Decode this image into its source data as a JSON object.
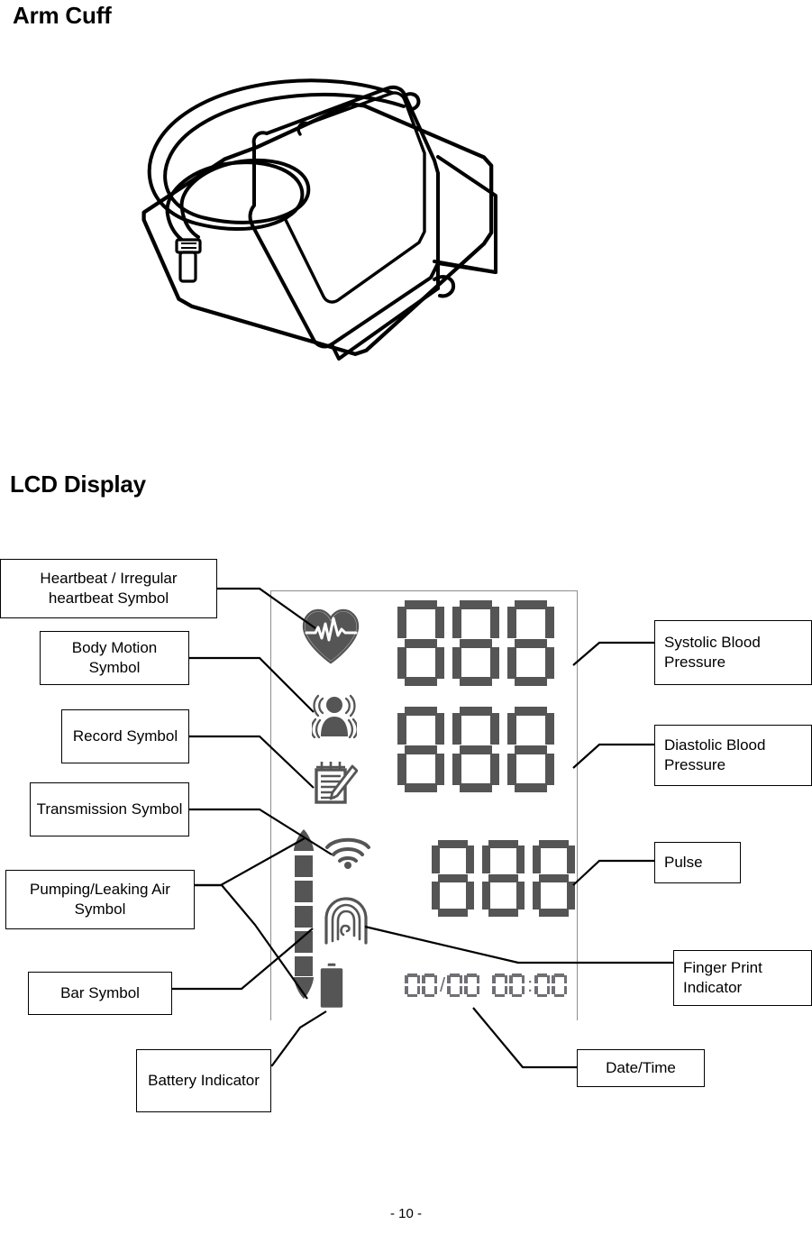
{
  "page": {
    "sections": {
      "arm_cuff_title": "Arm Cuff",
      "lcd_display_title": "LCD Display"
    },
    "footer": "- 10 -"
  },
  "illustration": {
    "name": "arm-cuff-diagram",
    "description": "Blood pressure arm cuff with air tube and connector plug"
  },
  "lcd": {
    "icons": {
      "heartbeat": "heartbeat-icon",
      "body_motion": "body-motion-icon",
      "record": "record-icon",
      "transmission": "transmission-icon",
      "fingerprint": "fingerprint-icon",
      "bar_symbol": "bar-symbol-icon",
      "battery": "battery-icon"
    },
    "readouts": {
      "systolic": "888",
      "diastolic": "888",
      "pulse": "888",
      "date": "00/00",
      "time": "00:00",
      "date_separator": "/",
      "time_separator": ":"
    },
    "colors": {
      "segment": "#555555",
      "small_segment": "#6f6f75",
      "panel_border": "#8e8e8e"
    }
  },
  "callouts": {
    "left": [
      {
        "id": "heartbeat",
        "label": "Heartbeat / Irregular heartbeat Symbol"
      },
      {
        "id": "body_motion",
        "label": "Body Motion Symbol"
      },
      {
        "id": "record",
        "label": "Record Symbol"
      },
      {
        "id": "transmission",
        "label": "Transmission Symbol"
      },
      {
        "id": "pumping",
        "label": "Pumping/Leaking Air Symbol"
      },
      {
        "id": "bar_symbol",
        "label": "Bar Symbol"
      },
      {
        "id": "battery",
        "label": "Battery Indicator"
      }
    ],
    "right": [
      {
        "id": "systolic",
        "label": "Systolic Blood Pressure"
      },
      {
        "id": "diastolic",
        "label": "Diastolic Blood Pressure"
      },
      {
        "id": "pulse",
        "label": "Pulse"
      },
      {
        "id": "fingerprint",
        "label": "Finger Print Indicator"
      },
      {
        "id": "datetime",
        "label": "Date/Time"
      }
    ]
  }
}
